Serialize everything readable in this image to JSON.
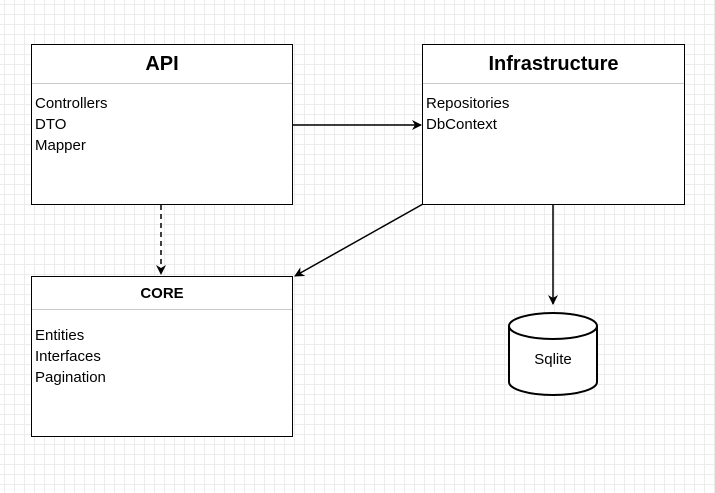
{
  "diagram": {
    "api": {
      "title": "API",
      "items": [
        "Controllers",
        "DTO",
        "Mapper"
      ]
    },
    "infrastructure": {
      "title": "Infrastructure",
      "items": [
        "Repositories",
        "DbContext"
      ]
    },
    "core": {
      "title": "CORE",
      "items": [
        "Entities",
        "Interfaces",
        "Pagination"
      ]
    },
    "database": {
      "label": "Sqlite"
    },
    "connectors": [
      {
        "from": "api",
        "to": "infrastructure",
        "style": "solid"
      },
      {
        "from": "api",
        "to": "core",
        "style": "dashed"
      },
      {
        "from": "infrastructure",
        "to": "core",
        "style": "solid"
      },
      {
        "from": "infrastructure",
        "to": "database",
        "style": "solid"
      }
    ],
    "colors": {
      "stroke": "#000000",
      "grid": "#ececec",
      "divider": "#c8c8c8"
    }
  }
}
